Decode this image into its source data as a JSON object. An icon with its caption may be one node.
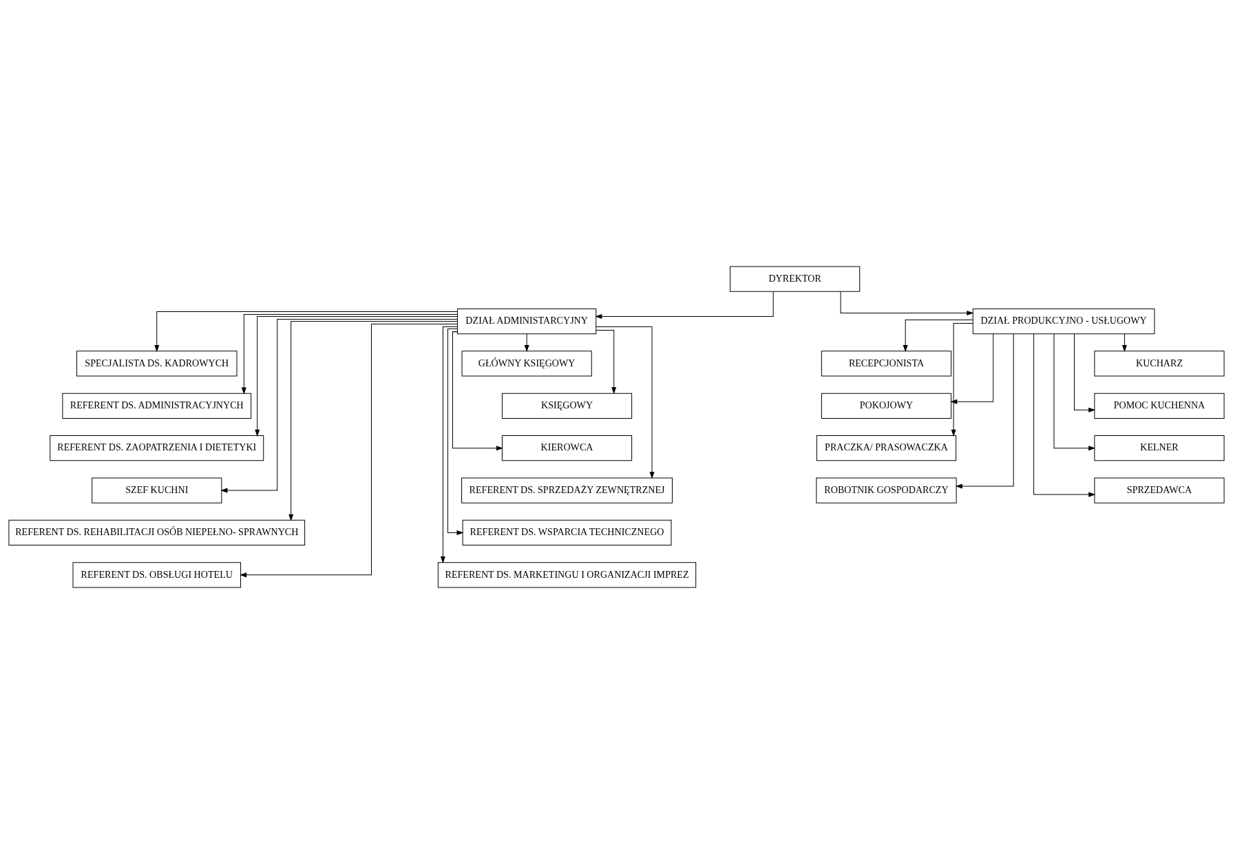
{
  "diagram": {
    "nodes": [
      {
        "text": [
          "DYREKTOR"
        ]
      },
      {
        "text": [
          "DZIAŁ ADMINISTARCYJNY"
        ]
      },
      {
        "text": [
          "DZIAŁ PRODUKCYJNO - USŁUGOWY"
        ]
      },
      {
        "text": [
          "SPECJALISTA DS. KADROWYCH"
        ]
      },
      {
        "text": [
          "REFERENT DS. ADMINISTRACYJNYCH"
        ]
      },
      {
        "text": [
          "REFERENT DS. ZAOPATRZENIA I DIETETYKI"
        ]
      },
      {
        "text": [
          "SZEF KUCHNI"
        ]
      },
      {
        "text": [
          "REFERENT DS. REHABILITACJI OSÓB NIEPEŁNO- SPRAWNYCH"
        ]
      },
      {
        "text": [
          "REFERENT DS. OBSŁUGI HOTELU"
        ]
      },
      {
        "text": [
          "GŁÓWNY KSIĘGOWY"
        ]
      },
      {
        "text": [
          "KSIĘGOWY"
        ]
      },
      {
        "text": [
          "KIEROWCA"
        ]
      },
      {
        "text": [
          "REFERENT DS. SPRZEDAŻY ZEWNĘTRZNEJ"
        ]
      },
      {
        "text": [
          "REFERENT DS. WSPARCIA TECHNICZNEGO"
        ]
      },
      {
        "text": [
          "REFERENT DS. MARKETINGU I ORGANIZACJI IMPREZ"
        ]
      },
      {
        "text": [
          "RECEPCJONISTA"
        ]
      },
      {
        "text": [
          "POKOJOWY"
        ]
      },
      {
        "text": [
          "PRACZKA/ PRASOWACZKA"
        ]
      },
      {
        "text": [
          "ROBOTNIK GOSPODARCZY"
        ]
      },
      {
        "text": [
          "KUCHARZ"
        ]
      },
      {
        "text": [
          "POMOC KUCHENNA"
        ]
      },
      {
        "text": [
          "KELNER"
        ]
      },
      {
        "text": [
          "SPRZEDAWCA"
        ]
      }
    ],
    "edges": [
      {
        "from": 0,
        "to": 1,
        "arrow": "to"
      },
      {
        "from": 0,
        "to": 2,
        "arrow": "to"
      },
      {
        "from": 1,
        "to": 3,
        "arrow": "to"
      },
      {
        "from": 1,
        "to": 4,
        "arrow": "to"
      },
      {
        "from": 1,
        "to": 5,
        "arrow": "to"
      },
      {
        "from": 1,
        "to": 6,
        "arrow": "to"
      },
      {
        "from": 1,
        "to": 7,
        "arrow": "to"
      },
      {
        "from": 1,
        "to": 8,
        "arrow": "to"
      },
      {
        "from": 1,
        "to": 9,
        "arrow": "to"
      },
      {
        "from": 1,
        "to": 10,
        "arrow": "to"
      },
      {
        "from": 1,
        "to": 11,
        "arrow": "to"
      },
      {
        "from": 1,
        "to": 12,
        "arrow": "to"
      },
      {
        "from": 1,
        "to": 13,
        "arrow": "to"
      },
      {
        "from": 1,
        "to": 14,
        "arrow": "to"
      },
      {
        "from": 2,
        "to": 15,
        "arrow": "to"
      },
      {
        "from": 2,
        "to": 16,
        "arrow": "to"
      },
      {
        "from": 2,
        "to": 17,
        "arrow": "to"
      },
      {
        "from": 2,
        "to": 18,
        "arrow": "to"
      },
      {
        "from": 2,
        "to": 19,
        "arrow": "to"
      },
      {
        "from": 2,
        "to": 20,
        "arrow": "to"
      },
      {
        "from": 2,
        "to": 21,
        "arrow": "to"
      },
      {
        "from": 2,
        "to": 22,
        "arrow": "to"
      }
    ]
  }
}
